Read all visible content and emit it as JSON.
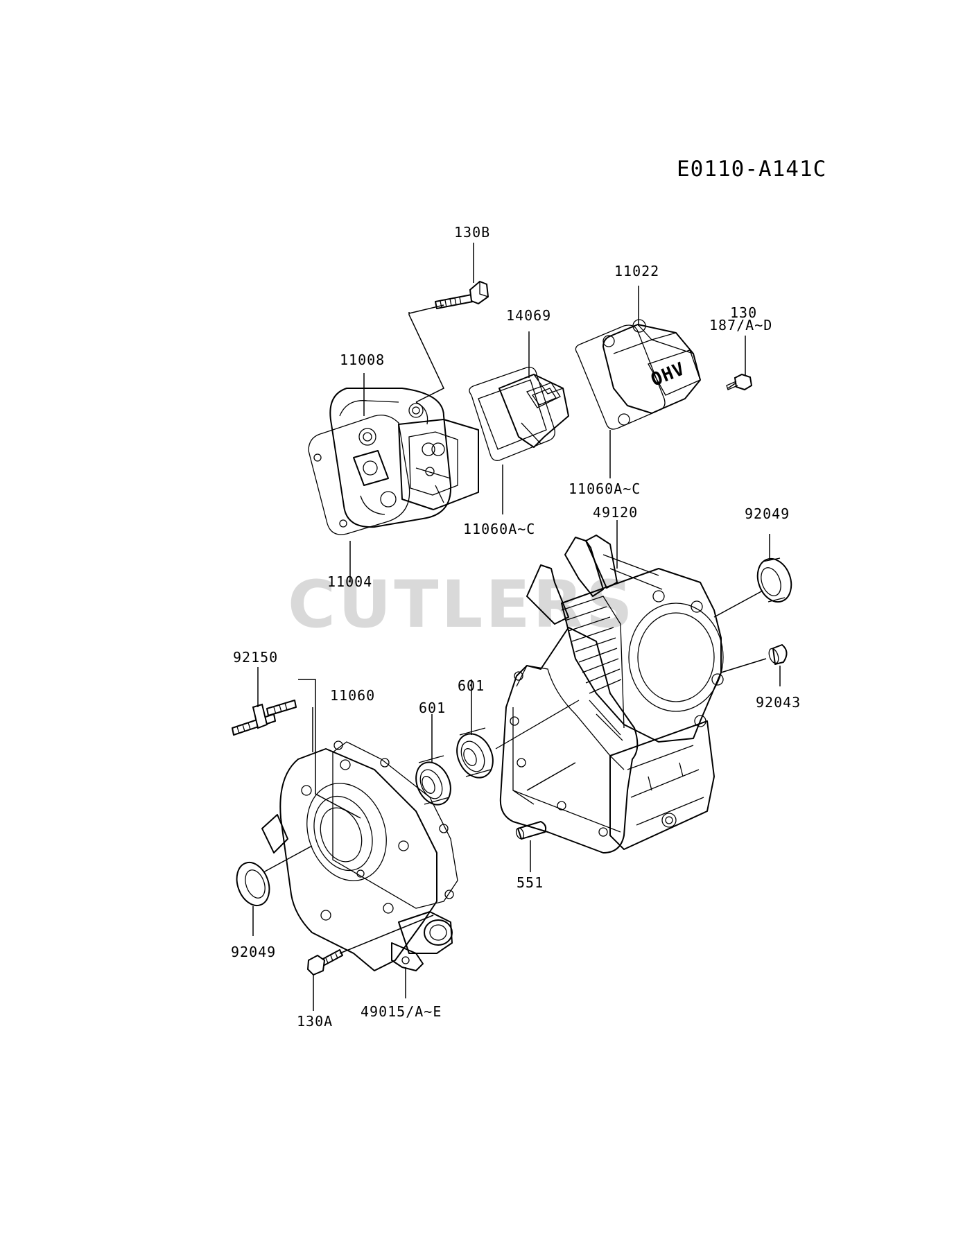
{
  "diagram_code": "E0110-A141C",
  "watermark": "CUTLERS",
  "labels": {
    "p130B": "130B",
    "p11022": "11022",
    "p14069": "14069",
    "p130": "130",
    "p187": "187/A~D",
    "p11008": "11008",
    "p11060ac_right": "11060A~C",
    "p11060ac_left": "11060A~C",
    "p49120": "49120",
    "p92049_right": "92049",
    "p11004": "11004",
    "p92150": "92150",
    "p11060": "11060",
    "p601_left": "601",
    "p601_right": "601",
    "p92043": "92043",
    "p551": "551",
    "p92049_left": "92049",
    "p130A": "130A",
    "p49015": "49015/A~E",
    "ohv_mark": "OHV"
  }
}
